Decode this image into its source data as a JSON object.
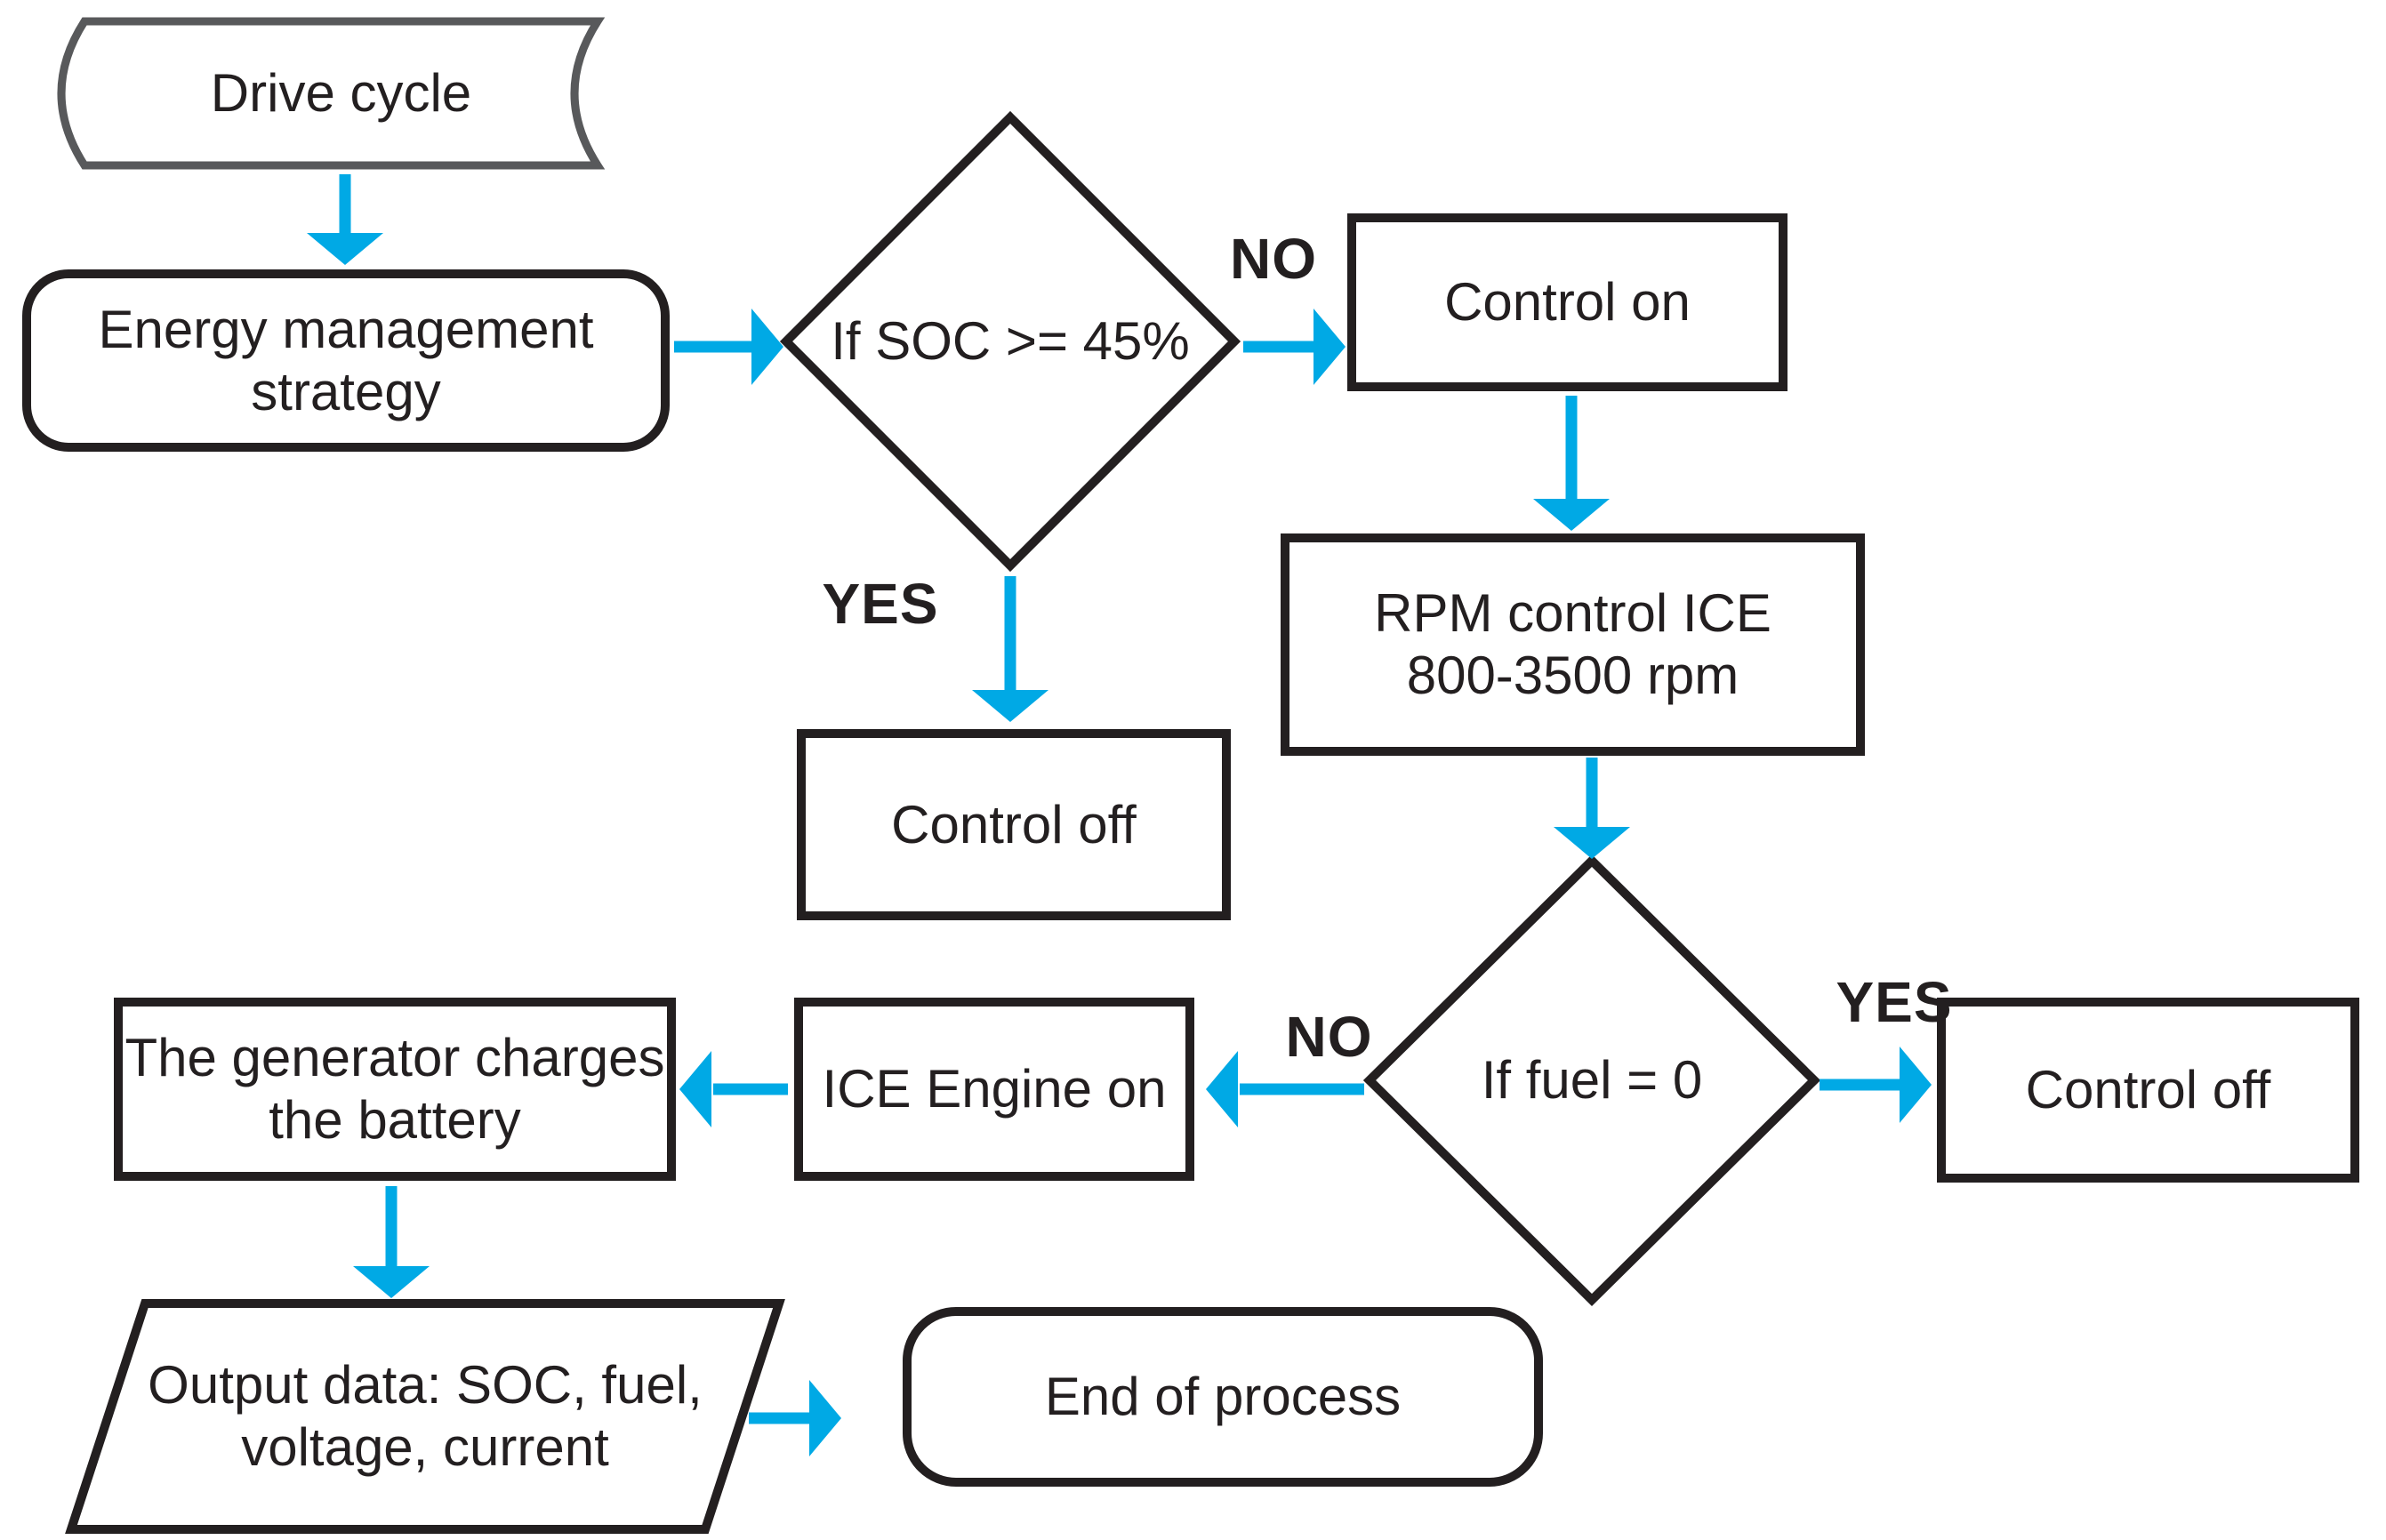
{
  "flowchart": {
    "colors": {
      "arrow": "#00A9E5",
      "node_stroke": "#231F20",
      "drive_cycle_stroke": "#58595B",
      "background": "#FFFFFF"
    },
    "nodes": {
      "drive_cycle": "Drive cycle",
      "energy_management": "Energy management\nstrategy",
      "soc_check": "If SOC >= 45%",
      "control_on": "Control on",
      "control_off_soc": "Control off",
      "rpm_control": "RPM control ICE\n800-3500 rpm",
      "fuel_check": "If fuel = 0",
      "control_off_fuel": "Control off",
      "ice_engine_on": "ICE Engine on",
      "generator_charges": "The generator charges\nthe battery",
      "output_data": "Output data: SOC, fuel,\nvoltage, current",
      "end_of_process": "End of process"
    },
    "branch_labels": {
      "soc_no": "NO",
      "soc_yes": "YES",
      "fuel_yes": "YES",
      "fuel_no": "NO"
    }
  }
}
